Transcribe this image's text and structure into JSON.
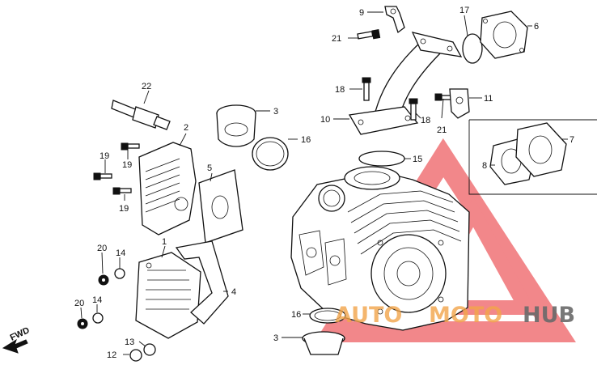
{
  "callouts": {
    "n1": "1",
    "n2": "2",
    "n3a": "3",
    "n3b": "3",
    "n4": "4",
    "n5": "5",
    "n6": "6",
    "n7": "7",
    "n8": "8",
    "n9": "9",
    "n10": "10",
    "n11": "11",
    "n12": "12",
    "n13": "13",
    "n14a": "14",
    "n14b": "14",
    "n15": "15",
    "n16a": "16",
    "n16b": "16",
    "n17": "17",
    "n18a": "18",
    "n18b": "18",
    "n19a": "19",
    "n19b": "19",
    "n19c": "19",
    "n20a": "20",
    "n20b": "20",
    "n21a": "21",
    "n21b": "21",
    "n22": "22"
  },
  "fwd_label": "FWD",
  "watermark": {
    "word_auto": "AUTO",
    "word_moto": "MOTO",
    "word_hub": "HUB",
    "color_red": "#e8262b",
    "color_orange": "#f2a54a",
    "color_gray": "#6a6a6a"
  }
}
